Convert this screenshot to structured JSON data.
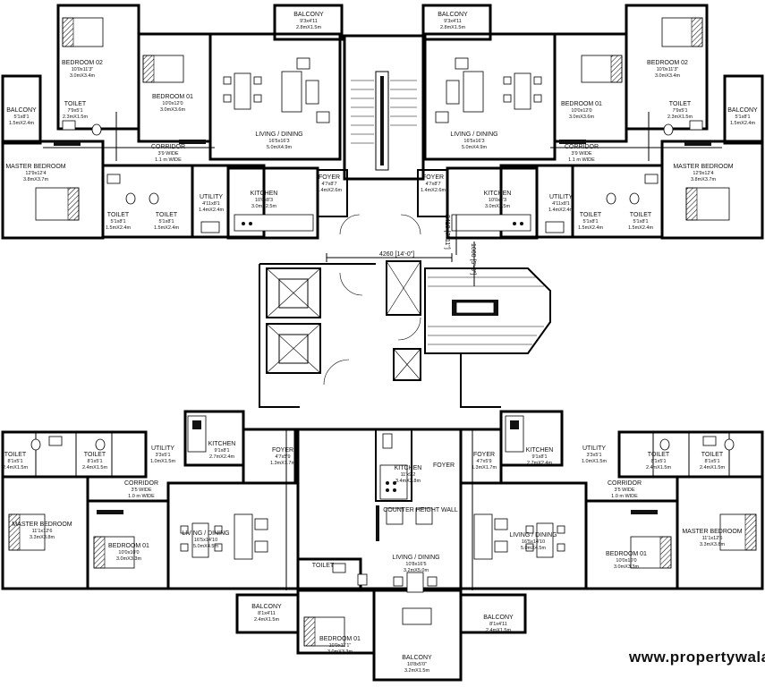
{
  "rooms": [
    {
      "id": "tl-balcony-top",
      "lines": [
        "BALCONY",
        "9'3x4'11",
        "2.8mX1.5m"
      ]
    },
    {
      "id": "tr-balcony-top",
      "lines": [
        "BALCONY",
        "9'3x4'11",
        "2.8mX1.5m"
      ]
    },
    {
      "id": "tl-bed2",
      "lines": [
        "BEDROOM 02",
        "10'0x11'3\"",
        "3.0mX3.4m"
      ]
    },
    {
      "id": "tl-bed1",
      "lines": [
        "BEDROOM 01",
        "10'0x12'0",
        "3.0mX3.6m"
      ]
    },
    {
      "id": "tl-balcony-left",
      "lines": [
        "BALCONY",
        "5'1x8'1",
        "1.5mX2.4m"
      ]
    },
    {
      "id": "tl-toilet-a",
      "lines": [
        "TOILET",
        "7'9x5'1",
        "2.3mX1.5m"
      ]
    },
    {
      "id": "tl-living",
      "lines": [
        "LIVING / DINING",
        "16'5x16'3",
        "5.0mX4.9m"
      ]
    },
    {
      "id": "tl-corridor",
      "lines": [
        "CORRIDOR",
        "3'9 WIDE",
        "1.1 m WIDE"
      ]
    },
    {
      "id": "tl-master",
      "lines": [
        "MASTER BEDROOM",
        "12'9x12'4",
        "3.8mX3.7m"
      ]
    },
    {
      "id": "tl-toilet-b",
      "lines": [
        "TOILET",
        "5'1x8'1",
        "1.5mX2.4m"
      ]
    },
    {
      "id": "tl-toilet-c",
      "lines": [
        "TOILET",
        "5'1x8'1",
        "1.5mX2.4m"
      ]
    },
    {
      "id": "tl-utility",
      "lines": [
        "UTILITY",
        "4'11x8'1",
        "1.4mX2.4m"
      ]
    },
    {
      "id": "tl-kitchen",
      "lines": [
        "KITCHEN",
        "10'0x8'3",
        "3.0mX2.5m"
      ]
    },
    {
      "id": "tl-foyer",
      "lines": [
        "FOYER",
        "4'7x8'7",
        "1.4mX2.6m"
      ]
    },
    {
      "id": "tr-bed2",
      "lines": [
        "BEDROOM 02",
        "10'0x11'3\"",
        "3.0mX3.4m"
      ]
    },
    {
      "id": "tr-bed1",
      "lines": [
        "BEDROOM 01",
        "10'0x12'0",
        "3.0mX3.6m"
      ]
    },
    {
      "id": "tr-balcony-right",
      "lines": [
        "BALCONY",
        "5'1x8'1",
        "1.5mX2.4m"
      ]
    },
    {
      "id": "tr-toilet-a",
      "lines": [
        "TOILET",
        "7'9x5'1",
        "2.3mX1.5m"
      ]
    },
    {
      "id": "tr-living",
      "lines": [
        "LIVING / DINING",
        "16'5x16'3",
        "5.0mX4.9m"
      ]
    },
    {
      "id": "tr-corridor",
      "lines": [
        "CORRIDOR",
        "3'9 WIDE",
        "1.1 m WIDE"
      ]
    },
    {
      "id": "tr-master",
      "lines": [
        "MASTER BEDROOM",
        "12'9x12'4",
        "3.8mX3.7m"
      ]
    },
    {
      "id": "tr-toilet-b",
      "lines": [
        "TOILET",
        "5'1x8'1",
        "1.5mX2.4m"
      ]
    },
    {
      "id": "tr-toilet-c",
      "lines": [
        "TOILET",
        "5'1x8'1",
        "1.5mX2.4m"
      ]
    },
    {
      "id": "tr-utility",
      "lines": [
        "UTILITY",
        "4'11x8'1",
        "1.4mX2.4m"
      ]
    },
    {
      "id": "tr-kitchen",
      "lines": [
        "KITCHEN",
        "10'0x8'3",
        "3.0mX2.5m"
      ]
    },
    {
      "id": "tr-foyer",
      "lines": [
        "FOYER",
        "4'7x8'7",
        "1.4mX2.6m"
      ]
    },
    {
      "id": "bl-toilet-a",
      "lines": [
        "TOILET",
        "8'1x5'1",
        "2.4mX1.5m"
      ]
    },
    {
      "id": "bl-toilet-b",
      "lines": [
        "TOILET",
        "8'1x5'1",
        "2.4mX1.5m"
      ]
    },
    {
      "id": "bl-utility",
      "lines": [
        "UTILITY",
        "3'3x5'1",
        "1.0mX1.5m"
      ]
    },
    {
      "id": "bl-kitchen",
      "lines": [
        "KITCHEN",
        "9'1x8'1",
        "2.7mX2.4m"
      ]
    },
    {
      "id": "bl-foyer",
      "lines": [
        "FOYER",
        "4'7x5'9",
        "1.3mX1.7m"
      ]
    },
    {
      "id": "bl-corridor",
      "lines": [
        "CORRIDOR",
        "3'5 WIDE",
        "1.0 m WIDE"
      ]
    },
    {
      "id": "bl-master",
      "lines": [
        "MASTER BEDROOM",
        "11'1x12'6",
        "3.3mX3.8m"
      ]
    },
    {
      "id": "bl-bed1",
      "lines": [
        "BEDROOM 01",
        "10'0x10'0",
        "3.0mX3.3m"
      ]
    },
    {
      "id": "bl-living",
      "lines": [
        "LIVING / DINING",
        "16'5x14'10",
        "5.0mX4.5m"
      ]
    },
    {
      "id": "bl-balcony",
      "lines": [
        "BALCONY",
        "8'1x4'11",
        "2.4mX1.5m"
      ]
    },
    {
      "id": "c-kitchen",
      "lines": [
        "KITCHEN",
        "11'x9'2",
        "3.4mX2.8m"
      ]
    },
    {
      "id": "c-foyer",
      "lines": [
        "FOYER"
      ]
    },
    {
      "id": "c-counter",
      "lines": [
        "COUNTER HEIGHT WALL"
      ]
    },
    {
      "id": "c-living",
      "lines": [
        "LIVING / DINING",
        "10'8x16'5",
        "3.2mX5.0m"
      ]
    },
    {
      "id": "c-toilet",
      "lines": [
        "TOILET"
      ]
    },
    {
      "id": "c-bedroom",
      "lines": [
        "BEDROOM 01",
        "10'0x11'1\"",
        "3.0mX3.3m"
      ]
    },
    {
      "id": "c-balcony",
      "lines": [
        "BALCONY",
        "10'8x5'0\"",
        "3.2mX1.5m"
      ]
    },
    {
      "id": "br-toilet-a",
      "lines": [
        "TOILET",
        "8'1x5'1",
        "2.4mX1.5m"
      ]
    },
    {
      "id": "br-toilet-b",
      "lines": [
        "TOILET",
        "8'1x5'1",
        "2.4mX1.5m"
      ]
    },
    {
      "id": "br-utility",
      "lines": [
        "UTILITY",
        "3'3x5'1",
        "1.0mX1.5m"
      ]
    },
    {
      "id": "br-kitchen",
      "lines": [
        "KITCHEN",
        "9'1x8'1",
        "2.7mX2.4m"
      ]
    },
    {
      "id": "br-foyer",
      "lines": [
        "FOYER",
        "4'7x5'9",
        "1.3mX1.7m"
      ]
    },
    {
      "id": "br-corridor",
      "lines": [
        "CORRIDOR",
        "3'5 WIDE",
        "1.0 m WIDE"
      ]
    },
    {
      "id": "br-master",
      "lines": [
        "MASTER BEDROOM",
        "11'1x12'6",
        "3.3mX3.8m"
      ]
    },
    {
      "id": "br-bed1",
      "lines": [
        "BEDROOM 01",
        "10'0x10'0",
        "3.0mX3.3m"
      ]
    },
    {
      "id": "br-living",
      "lines": [
        "LIVING / DINING",
        "16'5x14'10",
        "5.0mX4.5m"
      ]
    },
    {
      "id": "br-balcony",
      "lines": [
        "BALCONY",
        "8'1x4'11",
        "2.4mX1.5m"
      ]
    }
  ],
  "dimensions": {
    "lobby_width": "4260 [14'-0\"]",
    "vertical_left": "2410 [7'-11\"]",
    "vertical_right": "1600 [5'-3\"]"
  },
  "watermark": "www.propertywala.com"
}
